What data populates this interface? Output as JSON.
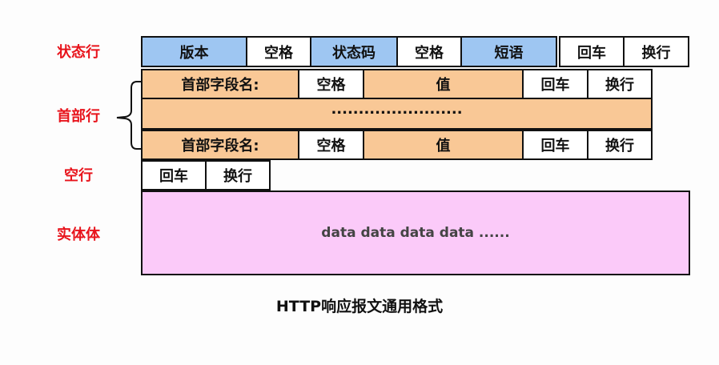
{
  "labels": {
    "status_line": "状态行",
    "headers": "首部行",
    "blank_line": "空行",
    "entity_body": "实体体"
  },
  "status_line": {
    "version": "版本",
    "space1": "空格",
    "status_code": "状态码",
    "space2": "空格",
    "phrase": "短语",
    "cr": "回车",
    "lf": "换行"
  },
  "header_row_1": {
    "name": "首部字段名:",
    "space": "空格",
    "value": "值",
    "cr": "回车",
    "lf": "换行"
  },
  "header_ellipsis": "........................",
  "header_row_2": {
    "name": "首部字段名:",
    "space": "空格",
    "value": "值",
    "cr": "回车",
    "lf": "换行"
  },
  "blank_line": {
    "cr": "回车",
    "lf": "换行"
  },
  "entity_body": {
    "text": "data data data data ......"
  },
  "caption": "HTTP响应报文通用格式",
  "colors": {
    "label_red": "#e8141c",
    "status_blue": "#9ec6f2",
    "header_orange": "#f9c896",
    "body_pink": "#fbcaf9"
  }
}
